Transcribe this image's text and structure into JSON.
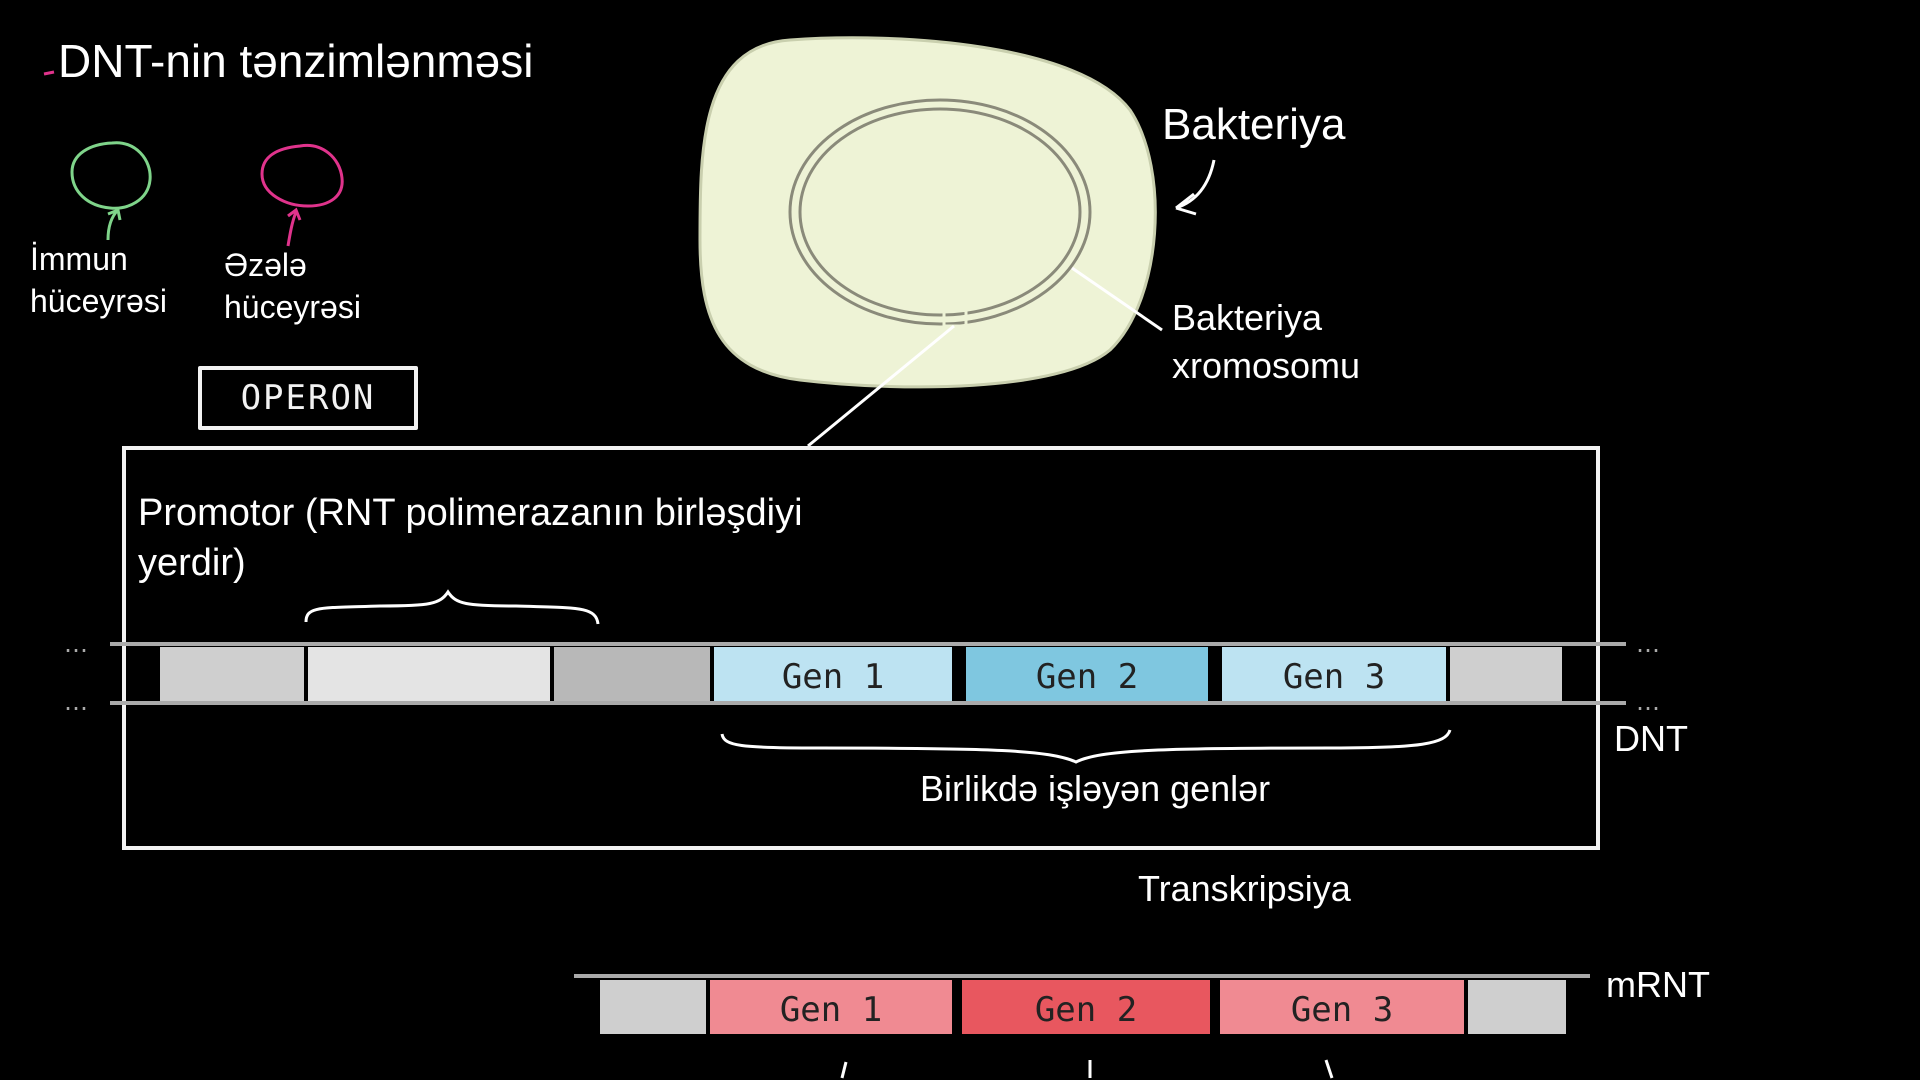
{
  "title": "DNT-nin tənzimlənməsi",
  "cells": [
    {
      "line1": "İmmun",
      "line2": "hüceyrəsi",
      "color": "#7fd48a"
    },
    {
      "line1": "Əzələ",
      "line2": "hüceyrəsi",
      "color": "#e0338c"
    }
  ],
  "operon_label": "OPERON",
  "bacteria": {
    "label": "Bakteriya",
    "chromosome_line1": "Bakteriya",
    "chromosome_line2": "xromosomu",
    "cell_fill": "#eef3d6",
    "cell_stroke": "#c9cfae"
  },
  "promoter": {
    "line1": "Promotor (RNT polimerazanın birləşdiyi",
    "line2": "yerdir)"
  },
  "dna": {
    "label": "DNT",
    "genes": [
      "Gen 1",
      "Gen 2",
      "Gen 3"
    ],
    "gene_colors": [
      "#bde3f2",
      "#7fc7e0",
      "#bde3f2"
    ],
    "caption": "Birlikdə işləyən genlər"
  },
  "transcription_label": "Transkripsiya",
  "mrna": {
    "label": "mRNT",
    "genes": [
      "Gen 1",
      "Gen 2",
      "Gen 3"
    ],
    "gene_colors": [
      "#f08a92",
      "#e8575f",
      "#f08a92"
    ]
  }
}
